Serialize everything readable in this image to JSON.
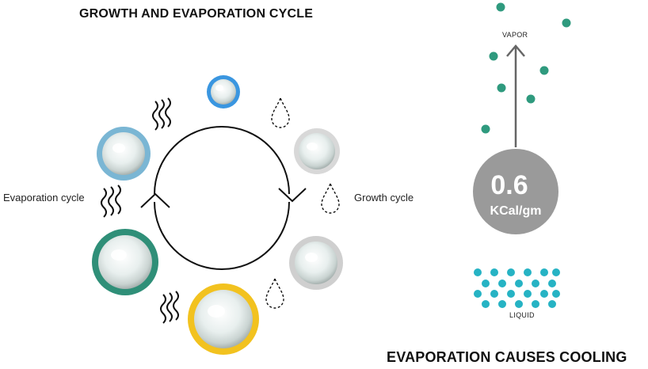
{
  "left_title": "GROWTH AND EVAPORATION CYCLE",
  "right_title": "EVAPORATION CAUSES COOLING",
  "evaporation_label": "Evaporation cycle",
  "growth_label": "Growth cycle",
  "vapor_label": "VAPOR",
  "liquid_label": "LIQUID",
  "energy_value": "0.6",
  "energy_unit": "KCal/gm",
  "colors": {
    "blue_ring": "#3a96e0",
    "yellow_ring": "#f2c21f",
    "green_ring": "#2f8f78",
    "pale_blue_ring": "#7ab6d4",
    "grey_ring": "#cfcfcf",
    "vapor_dot": "#2f9a7e",
    "liquid_dot": "#26b3c4",
    "energy_circle": "#9a9a9a"
  },
  "icons": {
    "heat_waves": "wavy-lines-icon",
    "water_drop": "dashed-droplet-icon"
  }
}
